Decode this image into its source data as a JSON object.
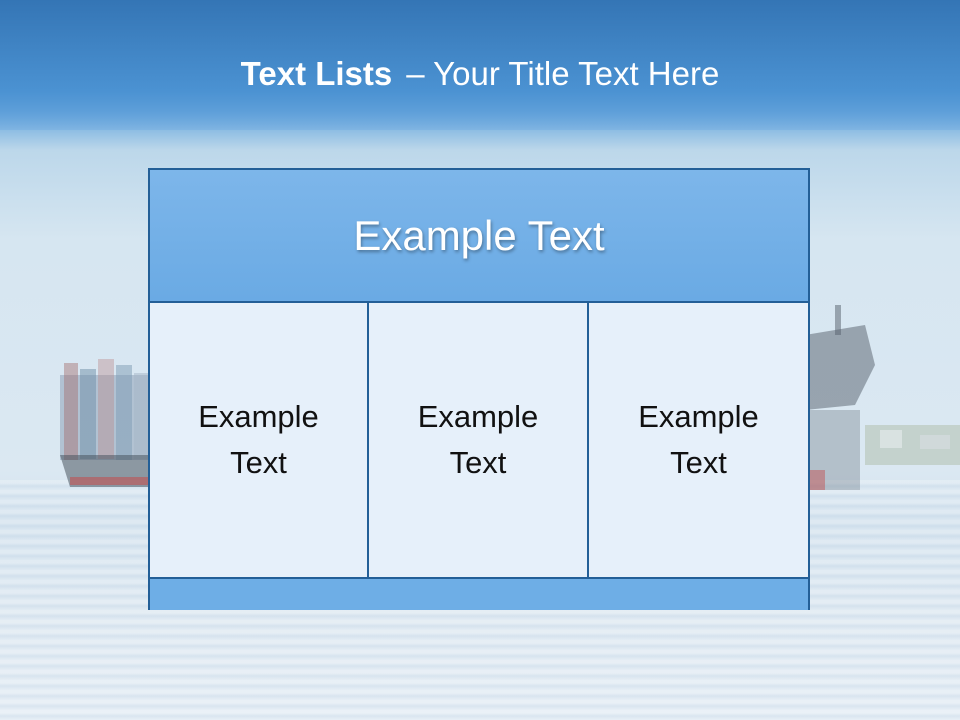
{
  "title": {
    "bold": "Text Lists",
    "rest": "– Your Title Text Here"
  },
  "panel": {
    "header": "Example Text",
    "columns": [
      {
        "text": "Example Text"
      },
      {
        "text": "Example Text"
      },
      {
        "text": "Example Text"
      }
    ]
  },
  "colors": {
    "header_fill": "#6aaae4",
    "border": "#235f97",
    "cell_fill": "#e6f0fa",
    "title_band": "#3f7fbd"
  }
}
